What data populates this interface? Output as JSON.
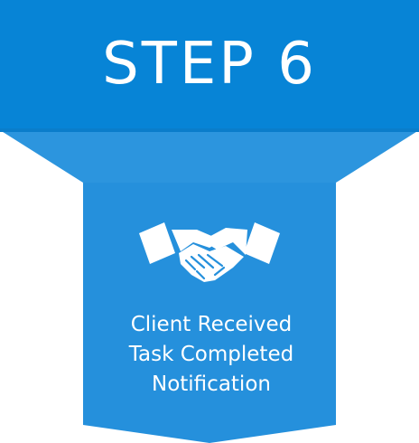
{
  "step": {
    "title": "STEP 6",
    "icon": "handshake-icon",
    "description_lines": [
      "Client Received",
      "Task Completed",
      "Notification"
    ]
  },
  "colors": {
    "header": "#0784D6",
    "fold": "#2C95DE",
    "ribbon": "#2590DC",
    "text": "#FFFFFF"
  }
}
